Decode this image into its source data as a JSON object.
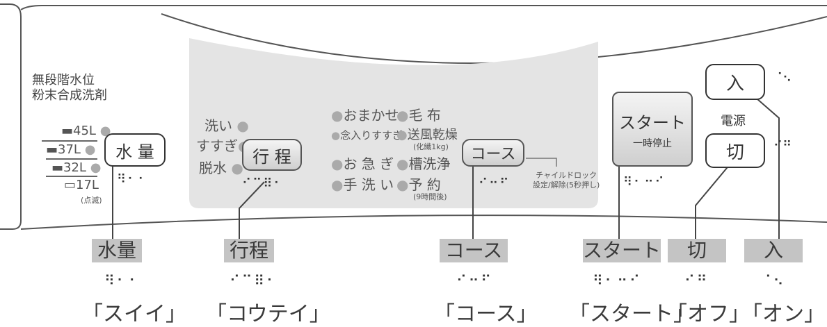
{
  "water_level": {
    "title_lines": [
      "無段階水位",
      "粉末合成洗剤"
    ],
    "levels": [
      "45L",
      "37L",
      "32L",
      "17L"
    ],
    "blink_note": "(点滅)",
    "button": "水 量"
  },
  "cycle": {
    "options": [
      "洗い",
      "すすぎ",
      "脱水"
    ],
    "button": "行 程"
  },
  "course": {
    "left": [
      "おまかせ",
      "念入りすすぎ",
      "お 急 ぎ",
      "手 洗 い"
    ],
    "right": [
      "毛 布",
      "送風乾燥",
      "槽洗浄",
      "予 約"
    ],
    "right_notes": [
      "(化繊1kg)",
      "(9時間後)"
    ],
    "button": "コース",
    "child_lock": [
      "チャイルドロック",
      "設定/解除(5秒押し)"
    ]
  },
  "start": {
    "button_main": "スタート",
    "button_sub": "一時停止"
  },
  "power": {
    "on": "入",
    "label": "電源",
    "off": "切"
  },
  "legend": [
    {
      "label": "水量",
      "reading": "「スイイ」"
    },
    {
      "label": "行程",
      "reading": "「コウテイ」"
    },
    {
      "label": "コース",
      "reading": "「コース」"
    },
    {
      "label": "スタート",
      "reading": "「スタート」"
    },
    {
      "label": "切",
      "reading": "「オフ」"
    },
    {
      "label": "入",
      "reading": "「オン」"
    }
  ]
}
